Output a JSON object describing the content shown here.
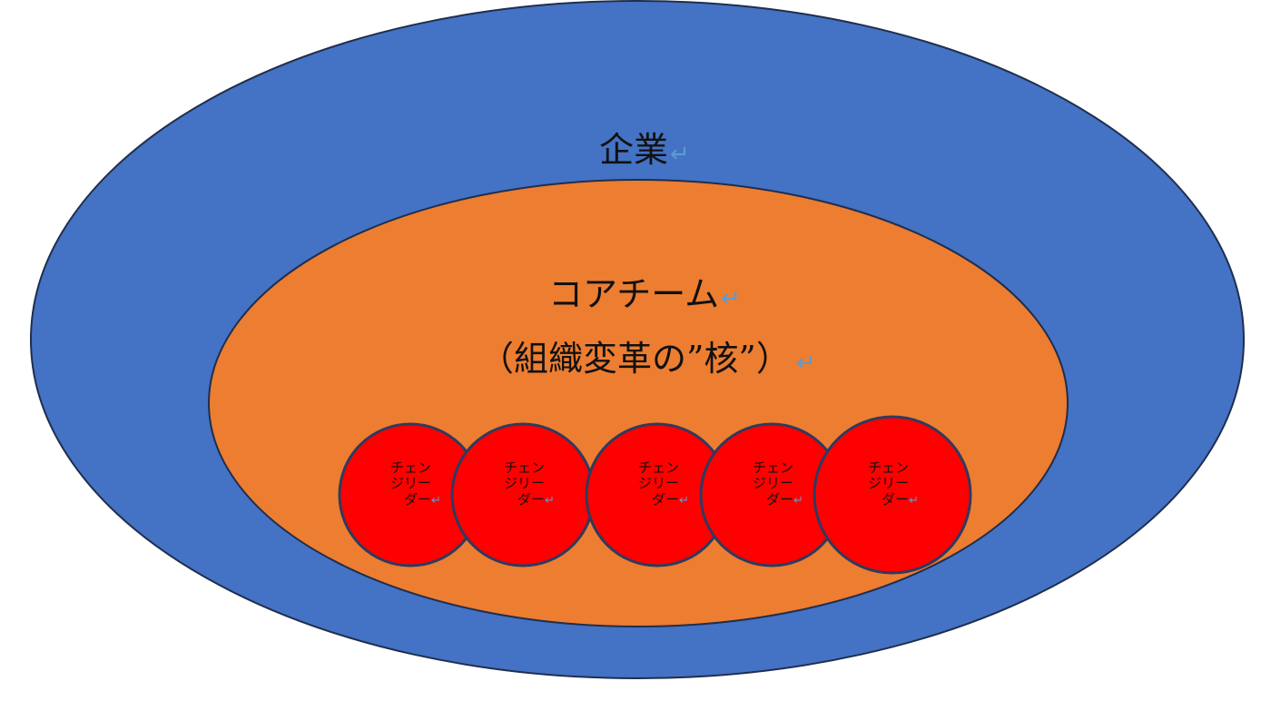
{
  "outer": {
    "label": "企業",
    "fill": "#4472C4",
    "stroke": "#1F2E4D"
  },
  "core": {
    "line1": "コアチーム",
    "line2": "（組織変革の”核”）",
    "fill": "#ED7D31",
    "stroke": "#1F2E4D"
  },
  "leaders": {
    "fill": "#FF0000",
    "stroke": "#2F3A5F",
    "items": [
      {
        "line1": "チェン",
        "line2": "ジリー",
        "line3": "ダー"
      },
      {
        "line1": "チェン",
        "line2": "ジリー",
        "line3": "ダー"
      },
      {
        "line1": "チェン",
        "line2": "ジリー",
        "line3": "ダー"
      },
      {
        "line1": "チェン",
        "line2": "ジリー",
        "line3": "ダー"
      },
      {
        "line1": "チェン",
        "line2": "ジリー",
        "line3": "ダー"
      }
    ]
  },
  "return_mark": "↵",
  "return_mark_color": "#5B9BD5"
}
